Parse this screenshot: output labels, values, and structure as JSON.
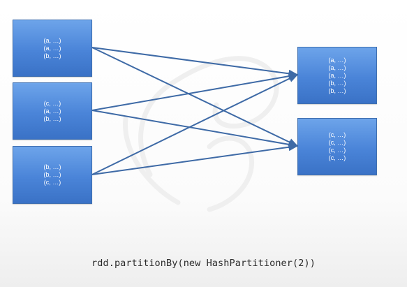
{
  "diagram": {
    "source_partitions": [
      {
        "records": [
          "(a, …)",
          "(a, …)",
          "(b, …)"
        ]
      },
      {
        "records": [
          "(c, …)",
          "(a, …)",
          "(b, …)"
        ]
      },
      {
        "records": [
          "(b, …)",
          "(b, …)",
          "(c, …)"
        ]
      }
    ],
    "target_partitions": [
      {
        "records": [
          "(a, …)",
          "(a, …)",
          "(a, …)",
          "(b, …)",
          "(b, …)"
        ]
      },
      {
        "records": [
          "(c, …)",
          "(c, …)",
          "(c, …)",
          "(c, …)"
        ]
      }
    ],
    "edges": [
      {
        "from": 0,
        "to": 0
      },
      {
        "from": 0,
        "to": 1
      },
      {
        "from": 1,
        "to": 0
      },
      {
        "from": 1,
        "to": 1
      },
      {
        "from": 2,
        "to": 0
      },
      {
        "from": 2,
        "to": 1
      }
    ],
    "colors": {
      "box_fill": "#4a84d8",
      "box_border": "#3f6fb0",
      "arrow": "#3e6aa6",
      "record_text": "#ffffff"
    }
  },
  "caption": "rdd.partitionBy(new HashPartitioner(2))"
}
